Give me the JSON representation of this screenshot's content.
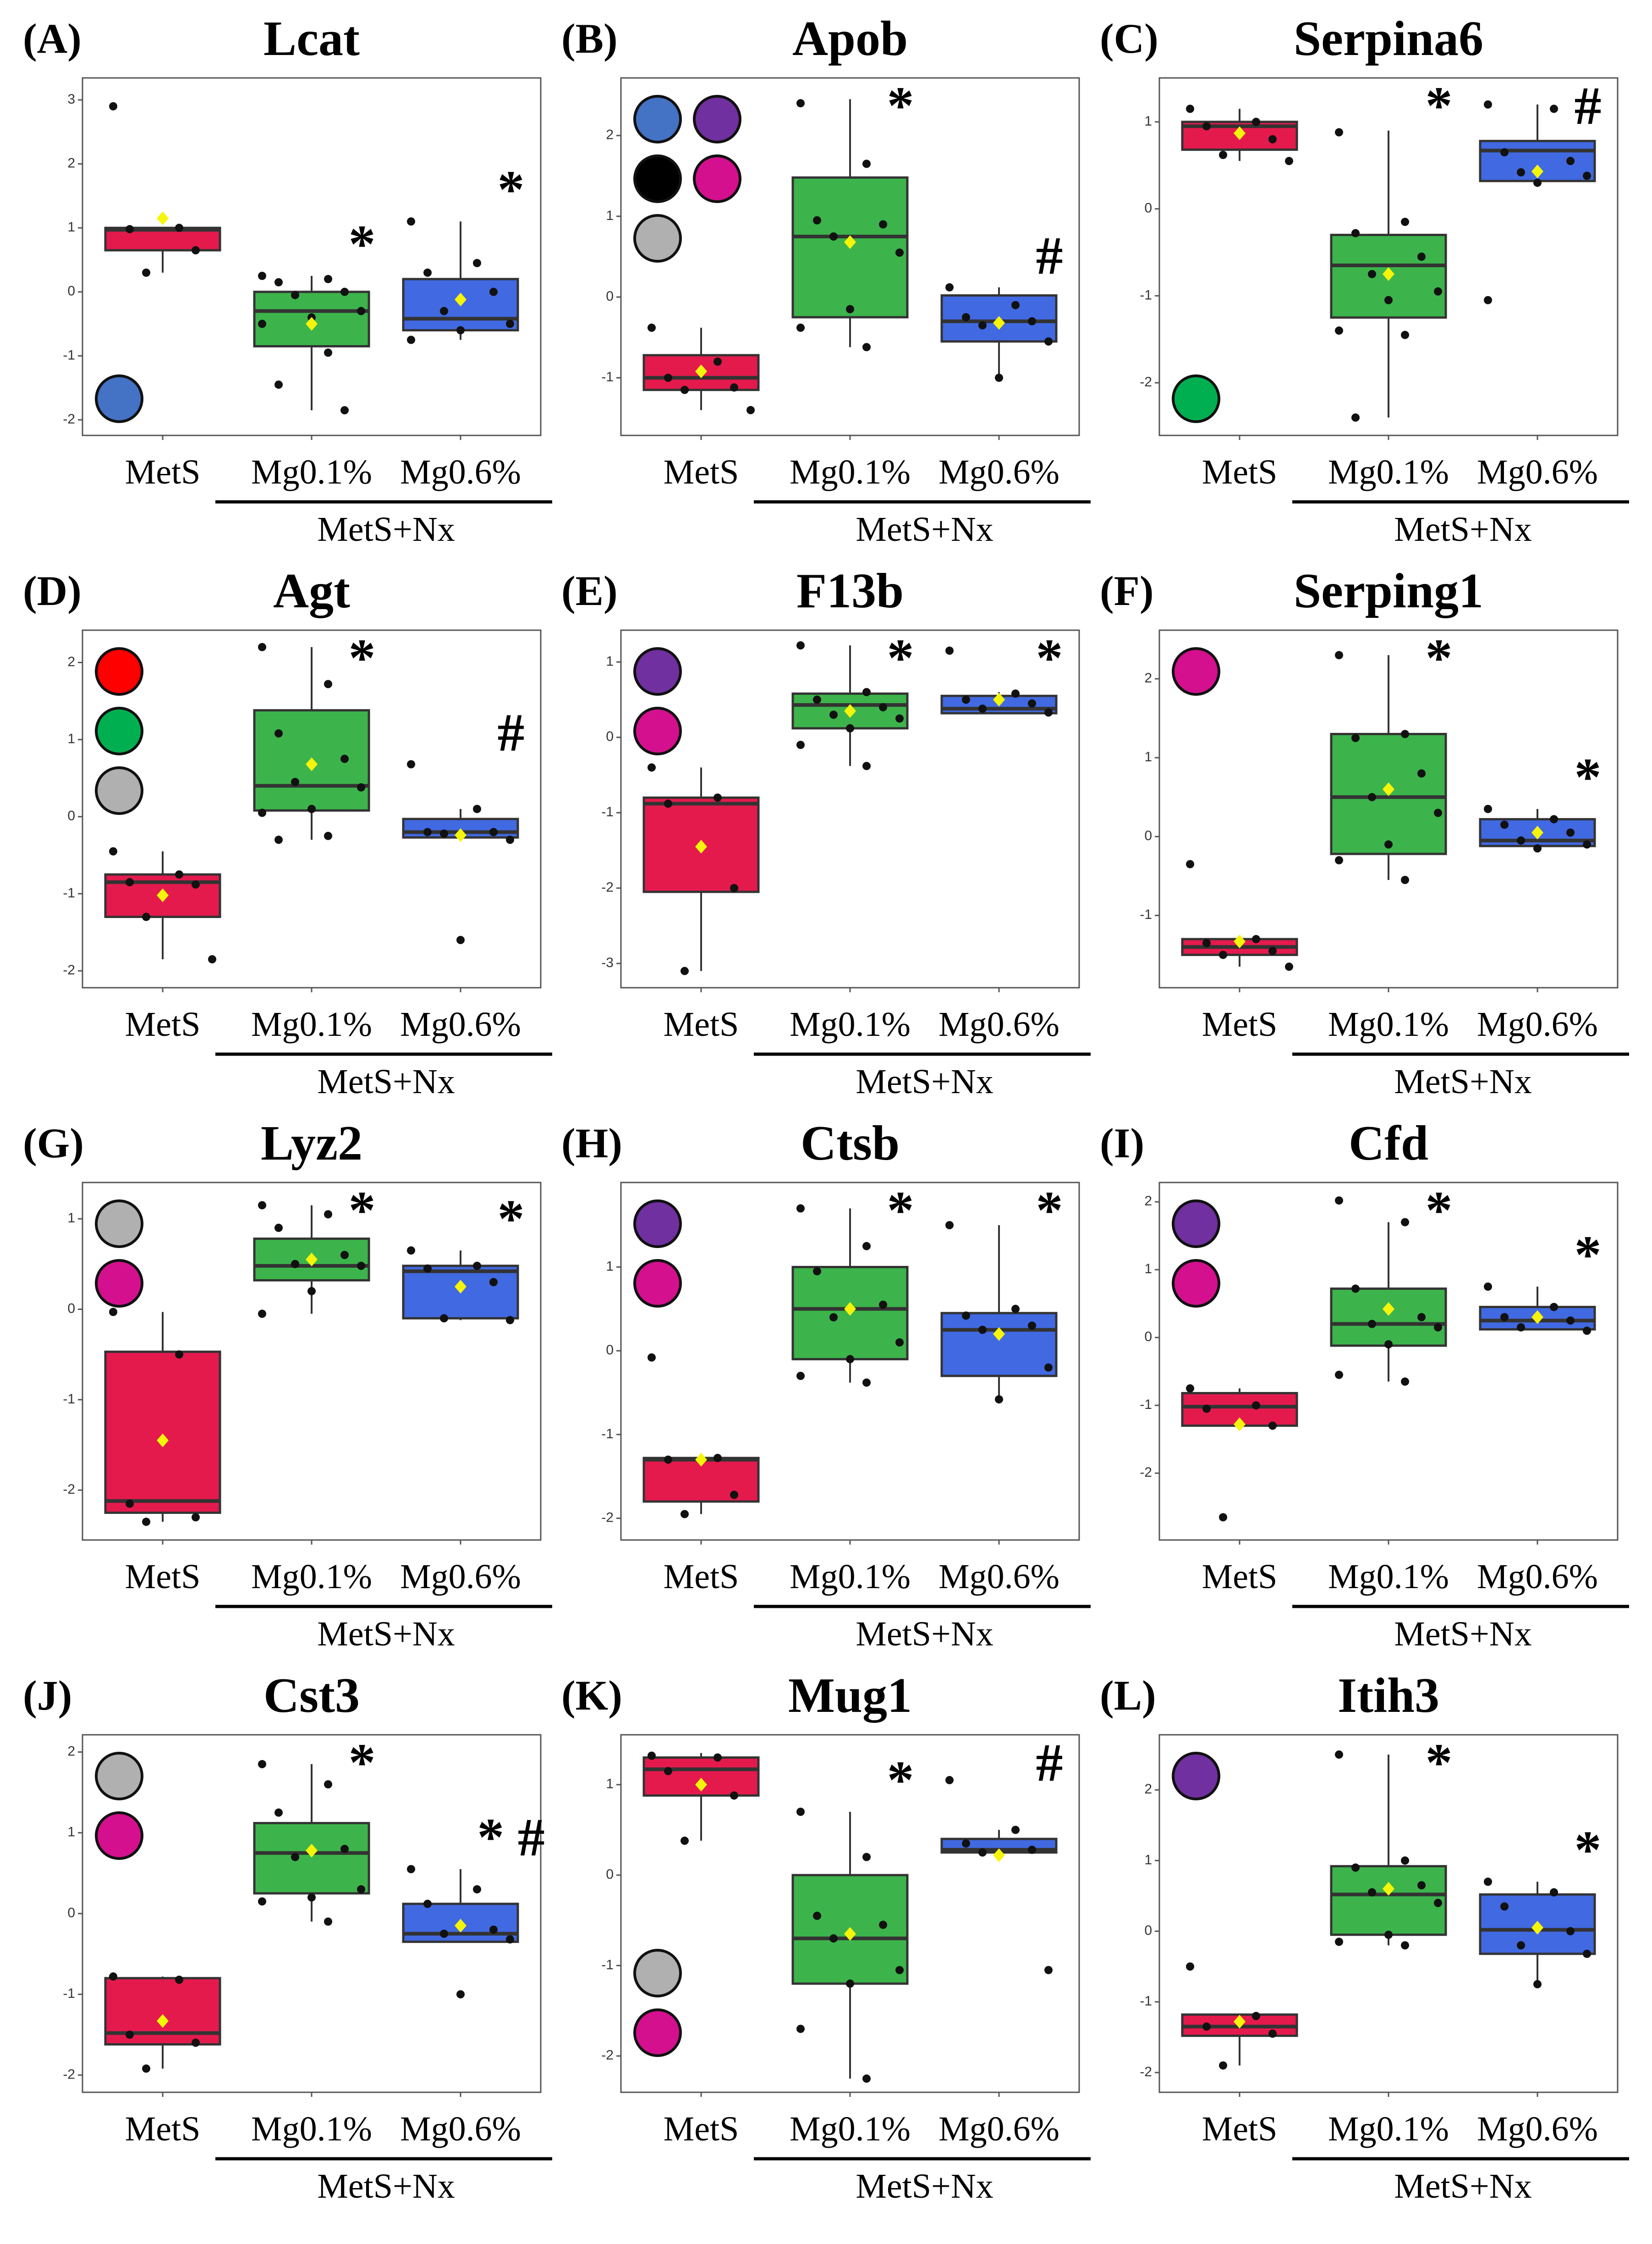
{
  "colors": {
    "MetS": "#e41a4d",
    "Mg0.1%": "#3cb44b",
    "Mg0.6%": "#4169e1",
    "mean_marker": "#f5f50a",
    "points": "#111111",
    "legend": {
      "blue": "#4472c4",
      "purple": "#7030a0",
      "black": "#000000",
      "magenta": "#d4108f",
      "grey": "#b0b0b0",
      "green": "#00b050",
      "red": "#ff0000"
    }
  },
  "chart_data": [
    {
      "panel": "(A)",
      "title": "Lcat",
      "type": "box",
      "categories": [
        "MetS",
        "Mg0.1%",
        "Mg0.6%"
      ],
      "group_label": "MetS+Nx",
      "y_ticks": [
        -2,
        -1,
        0,
        1,
        2,
        3
      ],
      "ylim": [
        -2.1,
        3.2
      ],
      "legend_icons": [
        "blue"
      ],
      "boxes": [
        {
          "q1": 0.65,
          "median": 0.97,
          "q3": 1.0,
          "lower": 0.3,
          "upper": 1.0,
          "mean": 1.15,
          "points": [
            2.9,
            1.0,
            0.98,
            0.65,
            0.3
          ],
          "sig": ""
        },
        {
          "q1": -0.85,
          "median": -0.3,
          "q3": 0.0,
          "lower": -1.85,
          "upper": 0.25,
          "mean": -0.5,
          "points": [
            0.25,
            0.2,
            0.15,
            0.0,
            -0.05,
            -0.3,
            -0.4,
            -0.5,
            -0.95,
            -1.45,
            -1.85
          ],
          "sig": "*"
        },
        {
          "q1": -0.6,
          "median": -0.42,
          "q3": 0.2,
          "lower": -0.75,
          "upper": 1.1,
          "mean": -0.12,
          "points": [
            1.1,
            0.45,
            0.3,
            0.0,
            -0.3,
            -0.5,
            -0.6,
            -0.75
          ],
          "sig": "*"
        }
      ]
    },
    {
      "panel": "(B)",
      "title": "Apob",
      "type": "box",
      "categories": [
        "MetS",
        "Mg0.1%",
        "Mg0.6%"
      ],
      "group_label": "MetS+Nx",
      "y_ticks": [
        -1,
        0,
        1,
        2
      ],
      "ylim": [
        -1.6,
        2.6
      ],
      "legend_icons": [
        "blue",
        "purple",
        "black",
        "magenta",
        "grey"
      ],
      "boxes": [
        {
          "q1": -1.15,
          "median": -1.0,
          "q3": -0.72,
          "lower": -1.4,
          "upper": -0.38,
          "mean": -0.92,
          "points": [
            -0.38,
            -0.8,
            -1.0,
            -1.12,
            -1.15,
            -1.4
          ],
          "sig": ""
        },
        {
          "q1": -0.25,
          "median": 0.75,
          "q3": 1.48,
          "lower": -0.62,
          "upper": 2.45,
          "mean": 0.68,
          "points": [
            2.4,
            1.65,
            0.95,
            0.9,
            0.75,
            0.55,
            -0.15,
            -0.38,
            -0.62
          ],
          "sig": "*"
        },
        {
          "q1": -0.55,
          "median": -0.3,
          "q3": 0.02,
          "lower": -1.0,
          "upper": 0.12,
          "mean": -0.32,
          "points": [
            0.12,
            -0.1,
            -0.25,
            -0.3,
            -0.35,
            -0.55,
            -1.0
          ],
          "sig": "#"
        }
      ]
    },
    {
      "panel": "(C)",
      "title": "Serpina6",
      "type": "box",
      "categories": [
        "MetS",
        "Mg0.1%",
        "Mg0.6%"
      ],
      "group_label": "MetS+Nx",
      "y_ticks": [
        -2,
        -1,
        0,
        1
      ],
      "ylim": [
        -2.5,
        1.4
      ],
      "legend_icons": [
        "green"
      ],
      "boxes": [
        {
          "q1": 0.68,
          "median": 0.95,
          "q3": 1.0,
          "lower": 0.55,
          "upper": 1.15,
          "mean": 0.87,
          "points": [
            1.15,
            1.0,
            0.95,
            0.8,
            0.62,
            0.55
          ],
          "sig": ""
        },
        {
          "q1": -1.25,
          "median": -0.65,
          "q3": -0.3,
          "lower": -2.4,
          "upper": 0.9,
          "mean": -0.75,
          "points": [
            0.88,
            -0.15,
            -0.28,
            -0.55,
            -0.75,
            -0.95,
            -1.05,
            -1.4,
            -1.45,
            -2.4
          ],
          "sig": "*"
        },
        {
          "q1": 0.32,
          "median": 0.67,
          "q3": 0.78,
          "lower": 0.32,
          "upper": 1.2,
          "mean": 0.43,
          "points": [
            1.2,
            1.15,
            0.65,
            0.55,
            0.42,
            0.38,
            0.3,
            -1.05
          ],
          "sig": "#"
        }
      ]
    },
    {
      "panel": "(D)",
      "title": "Agt",
      "type": "box",
      "categories": [
        "MetS",
        "Mg0.1%",
        "Mg0.6%"
      ],
      "group_label": "MetS+Nx",
      "y_ticks": [
        -2,
        -1,
        0,
        1,
        2
      ],
      "ylim": [
        -2.1,
        2.3
      ],
      "legend_icons": [
        "red",
        "green",
        "grey"
      ],
      "boxes": [
        {
          "q1": -1.3,
          "median": -0.85,
          "q3": -0.75,
          "lower": -1.85,
          "upper": -0.45,
          "mean": -1.02,
          "points": [
            -0.45,
            -0.75,
            -0.85,
            -0.88,
            -1.3,
            -1.85
          ],
          "sig": ""
        },
        {
          "q1": 0.08,
          "median": 0.4,
          "q3": 1.38,
          "lower": -0.3,
          "upper": 2.2,
          "mean": 0.68,
          "points": [
            2.2,
            1.72,
            1.08,
            0.75,
            0.45,
            0.38,
            0.1,
            0.05,
            -0.25,
            -0.3
          ],
          "sig": "*"
        },
        {
          "q1": -0.27,
          "median": -0.2,
          "q3": -0.03,
          "lower": -0.28,
          "upper": 0.1,
          "mean": -0.24,
          "points": [
            0.68,
            0.1,
            -0.2,
            -0.2,
            -0.22,
            -0.3,
            -1.6
          ],
          "sig": "#"
        }
      ]
    },
    {
      "panel": "(E)",
      "title": "F13b",
      "type": "box",
      "categories": [
        "MetS",
        "Mg0.1%",
        "Mg0.6%"
      ],
      "group_label": "MetS+Nx",
      "y_ticks": [
        -3,
        -2,
        -1,
        0,
        1
      ],
      "ylim": [
        -3.2,
        1.3
      ],
      "legend_icons": [
        "purple",
        "magenta"
      ],
      "boxes": [
        {
          "q1": -2.05,
          "median": -0.88,
          "q3": -0.8,
          "lower": -3.1,
          "upper": -0.4,
          "mean": -1.45,
          "points": [
            -0.4,
            -0.8,
            -0.88,
            -2.0,
            -3.1
          ],
          "sig": ""
        },
        {
          "q1": 0.12,
          "median": 0.43,
          "q3": 0.58,
          "lower": -0.38,
          "upper": 1.22,
          "mean": 0.35,
          "points": [
            1.22,
            0.6,
            0.5,
            0.4,
            0.3,
            0.25,
            0.12,
            -0.1,
            -0.38
          ],
          "sig": "*"
        },
        {
          "q1": 0.32,
          "median": 0.38,
          "q3": 0.55,
          "lower": 0.32,
          "upper": 0.6,
          "mean": 0.5,
          "points": [
            1.15,
            0.58,
            0.5,
            0.45,
            0.38,
            0.33
          ],
          "sig": "*"
        }
      ]
    },
    {
      "panel": "(F)",
      "title": "Serping1",
      "type": "box",
      "categories": [
        "MetS",
        "Mg0.1%",
        "Mg0.6%"
      ],
      "group_label": "MetS+Nx",
      "y_ticks": [
        -1,
        0,
        1,
        2
      ],
      "ylim": [
        -1.8,
        2.5
      ],
      "legend_icons": [
        "magenta"
      ],
      "boxes": [
        {
          "q1": -1.5,
          "median": -1.4,
          "q3": -1.3,
          "lower": -1.65,
          "upper": -1.3,
          "mean": -1.33,
          "points": [
            -0.35,
            -1.3,
            -1.35,
            -1.45,
            -1.5,
            -1.65
          ],
          "sig": ""
        },
        {
          "q1": -0.22,
          "median": 0.5,
          "q3": 1.3,
          "lower": -0.55,
          "upper": 2.3,
          "mean": 0.6,
          "points": [
            2.3,
            1.3,
            1.25,
            0.8,
            0.5,
            0.3,
            -0.1,
            -0.3,
            -0.55
          ],
          "sig": "*"
        },
        {
          "q1": -0.12,
          "median": -0.05,
          "q3": 0.22,
          "lower": -0.15,
          "upper": 0.35,
          "mean": 0.05,
          "points": [
            0.35,
            0.22,
            0.15,
            0.05,
            -0.05,
            -0.1,
            -0.15
          ],
          "sig": "*"
        }
      ]
    },
    {
      "panel": "(G)",
      "title": "Lyz2",
      "type": "box",
      "categories": [
        "MetS",
        "Mg0.1%",
        "Mg0.6%"
      ],
      "group_label": "MetS+Nx",
      "y_ticks": [
        -2,
        -1,
        0,
        1
      ],
      "ylim": [
        -2.45,
        1.3
      ],
      "legend_icons": [
        "grey",
        "magenta"
      ],
      "boxes": [
        {
          "q1": -2.25,
          "median": -2.12,
          "q3": -0.47,
          "lower": -2.35,
          "upper": -0.03,
          "mean": -1.45,
          "points": [
            -0.03,
            -0.5,
            -2.15,
            -2.3,
            -2.35
          ],
          "sig": ""
        },
        {
          "q1": 0.32,
          "median": 0.48,
          "q3": 0.78,
          "lower": -0.05,
          "upper": 1.15,
          "mean": 0.55,
          "points": [
            1.15,
            1.05,
            0.9,
            0.6,
            0.5,
            0.48,
            0.2,
            -0.05
          ],
          "sig": "*"
        },
        {
          "q1": -0.1,
          "median": 0.42,
          "q3": 0.48,
          "lower": -0.12,
          "upper": 0.65,
          "mean": 0.25,
          "points": [
            0.65,
            0.48,
            0.45,
            0.3,
            -0.1,
            -0.12
          ],
          "sig": "*"
        }
      ]
    },
    {
      "panel": "(H)",
      "title": "Ctsb",
      "type": "box",
      "categories": [
        "MetS",
        "Mg0.1%",
        "Mg0.6%"
      ],
      "group_label": "MetS+Nx",
      "y_ticks": [
        -2,
        -1,
        0,
        1
      ],
      "ylim": [
        -2.15,
        1.9
      ],
      "legend_icons": [
        "purple",
        "magenta"
      ],
      "boxes": [
        {
          "q1": -1.8,
          "median": -1.3,
          "q3": -1.28,
          "lower": -1.95,
          "upper": -1.28,
          "mean": -1.3,
          "points": [
            -0.08,
            -1.28,
            -1.3,
            -1.72,
            -1.95
          ],
          "sig": ""
        },
        {
          "q1": -0.1,
          "median": 0.5,
          "q3": 1.0,
          "lower": -0.38,
          "upper": 1.7,
          "mean": 0.5,
          "points": [
            1.7,
            1.25,
            0.95,
            0.55,
            0.4,
            0.1,
            -0.1,
            -0.3,
            -0.38
          ],
          "sig": "*"
        },
        {
          "q1": -0.3,
          "median": 0.25,
          "q3": 0.45,
          "lower": -0.58,
          "upper": 1.5,
          "mean": 0.2,
          "points": [
            1.5,
            0.5,
            0.42,
            0.3,
            0.25,
            -0.2,
            -0.58
          ],
          "sig": "*"
        }
      ]
    },
    {
      "panel": "(I)",
      "title": "Cfd",
      "type": "box",
      "categories": [
        "MetS",
        "Mg0.1%",
        "Mg0.6%"
      ],
      "group_label": "MetS+Nx",
      "y_ticks": [
        -2,
        -1,
        0,
        1,
        2
      ],
      "ylim": [
        -2.85,
        2.15
      ],
      "legend_icons": [
        "purple",
        "magenta"
      ],
      "boxes": [
        {
          "q1": -1.3,
          "median": -1.02,
          "q3": -0.82,
          "lower": -1.3,
          "upper": -0.75,
          "mean": -1.28,
          "points": [
            -0.75,
            -1.0,
            -1.05,
            -1.3,
            -2.65
          ],
          "sig": ""
        },
        {
          "q1": -0.12,
          "median": 0.2,
          "q3": 0.72,
          "lower": -0.65,
          "upper": 1.7,
          "mean": 0.42,
          "points": [
            2.02,
            1.7,
            0.72,
            0.3,
            0.2,
            0.15,
            -0.1,
            -0.55,
            -0.65
          ],
          "sig": "*"
        },
        {
          "q1": 0.12,
          "median": 0.25,
          "q3": 0.45,
          "lower": 0.12,
          "upper": 0.75,
          "mean": 0.3,
          "points": [
            0.75,
            0.45,
            0.3,
            0.25,
            0.15,
            0.1
          ],
          "sig": "*"
        }
      ]
    },
    {
      "panel": "(J)",
      "title": "Cst3",
      "type": "box",
      "categories": [
        "MetS",
        "Mg0.1%",
        "Mg0.6%"
      ],
      "group_label": "MetS+Nx",
      "y_ticks": [
        -2,
        -1,
        0,
        1,
        2
      ],
      "ylim": [
        -2.1,
        2.1
      ],
      "legend_icons": [
        "grey",
        "magenta"
      ],
      "boxes": [
        {
          "q1": -1.62,
          "median": -1.48,
          "q3": -0.8,
          "lower": -1.92,
          "upper": -0.78,
          "mean": -1.33,
          "points": [
            -0.78,
            -0.82,
            -1.5,
            -1.6,
            -1.92
          ],
          "sig": ""
        },
        {
          "q1": 0.25,
          "median": 0.75,
          "q3": 1.12,
          "lower": -0.1,
          "upper": 1.85,
          "mean": 0.78,
          "points": [
            1.85,
            1.6,
            1.25,
            0.8,
            0.7,
            0.3,
            0.2,
            0.15,
            -0.1
          ],
          "sig": "*"
        },
        {
          "q1": -0.35,
          "median": -0.25,
          "q3": 0.12,
          "lower": -0.35,
          "upper": 0.55,
          "mean": -0.15,
          "points": [
            0.55,
            0.3,
            0.12,
            -0.2,
            -0.25,
            -0.32,
            -1.0
          ],
          "sig": "* #"
        }
      ]
    },
    {
      "panel": "(K)",
      "title": "Mug1",
      "type": "box",
      "categories": [
        "MetS",
        "Mg0.1%",
        "Mg0.6%"
      ],
      "group_label": "MetS+Nx",
      "y_ticks": [
        -2,
        -1,
        0,
        1
      ],
      "ylim": [
        -2.3,
        1.45
      ],
      "legend_icons": [
        "grey",
        "magenta"
      ],
      "boxes": [
        {
          "q1": 0.88,
          "median": 1.17,
          "q3": 1.3,
          "lower": 0.38,
          "upper": 1.35,
          "mean": 1.0,
          "points": [
            1.32,
            1.3,
            1.15,
            0.88,
            0.38
          ],
          "sig": ""
        },
        {
          "q1": -1.2,
          "median": -0.7,
          "q3": 0.0,
          "lower": -2.25,
          "upper": 0.7,
          "mean": -0.65,
          "points": [
            0.7,
            0.2,
            -0.45,
            -0.55,
            -0.7,
            -1.05,
            -1.2,
            -1.7,
            -2.25
          ],
          "sig": "*"
        },
        {
          "q1": 0.25,
          "median": 0.28,
          "q3": 0.4,
          "lower": 0.22,
          "upper": 0.5,
          "mean": 0.22,
          "points": [
            1.05,
            0.5,
            0.35,
            0.28,
            0.25,
            -1.05
          ],
          "sig": "#"
        }
      ]
    },
    {
      "panel": "(L)",
      "title": "Itih3",
      "type": "box",
      "categories": [
        "MetS",
        "Mg0.1%",
        "Mg0.6%"
      ],
      "group_label": "MetS+Nx",
      "y_ticks": [
        -2,
        -1,
        0,
        1,
        2
      ],
      "ylim": [
        -2.15,
        2.65
      ],
      "legend_icons": [
        "purple"
      ],
      "boxes": [
        {
          "q1": -1.48,
          "median": -1.35,
          "q3": -1.18,
          "lower": -1.9,
          "upper": -1.18,
          "mean": -1.28,
          "points": [
            -0.5,
            -1.2,
            -1.35,
            -1.45,
            -1.9
          ],
          "sig": ""
        },
        {
          "q1": -0.05,
          "median": 0.52,
          "q3": 0.92,
          "lower": -0.2,
          "upper": 2.5,
          "mean": 0.6,
          "points": [
            2.5,
            1.0,
            0.9,
            0.65,
            0.55,
            0.4,
            -0.05,
            -0.15,
            -0.2
          ],
          "sig": "*"
        },
        {
          "q1": -0.32,
          "median": 0.02,
          "q3": 0.52,
          "lower": -0.75,
          "upper": 0.7,
          "mean": 0.05,
          "points": [
            0.7,
            0.55,
            0.35,
            0.0,
            -0.2,
            -0.32,
            -0.75
          ],
          "sig": "*"
        }
      ]
    }
  ]
}
